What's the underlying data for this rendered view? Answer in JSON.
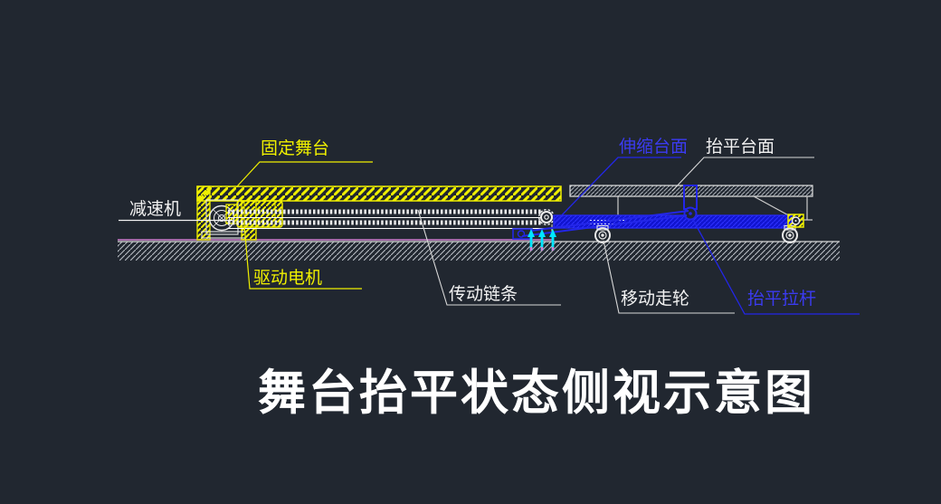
{
  "title": {
    "text": "舞台抬平状态侧视示意图"
  },
  "labels": {
    "fixed_stage": {
      "text": "固定舞台",
      "color": "#f0f000"
    },
    "reducer": {
      "text": "减速机",
      "color": "#f2f2f2"
    },
    "drive_motor": {
      "text": "驱动电机",
      "color": "#f0f000"
    },
    "drive_chain": {
      "text": "传动链条",
      "color": "#f2f2f2"
    },
    "telescopic_deck": {
      "text": "伸缩台面",
      "color": "#3b3bf2"
    },
    "leveled_deck": {
      "text": "抬平台面",
      "color": "#f2f2f2"
    },
    "moving_wheel": {
      "text": "移动走轮",
      "color": "#f2f2f2"
    },
    "leveling_rod": {
      "text": "抬平拉杆",
      "color": "#3b3bf2"
    }
  },
  "colors": {
    "background": "#212730",
    "cad_yellow": "#f0f000",
    "cad_white": "#f2f2f2",
    "cad_blue": "#1c1fe0",
    "cad_blue_bright": "#3b3bf2",
    "cad_cyan": "#00e6ff",
    "cad_magenta": "#cf7fd0",
    "hatch_grey": "#bfc3c8"
  }
}
